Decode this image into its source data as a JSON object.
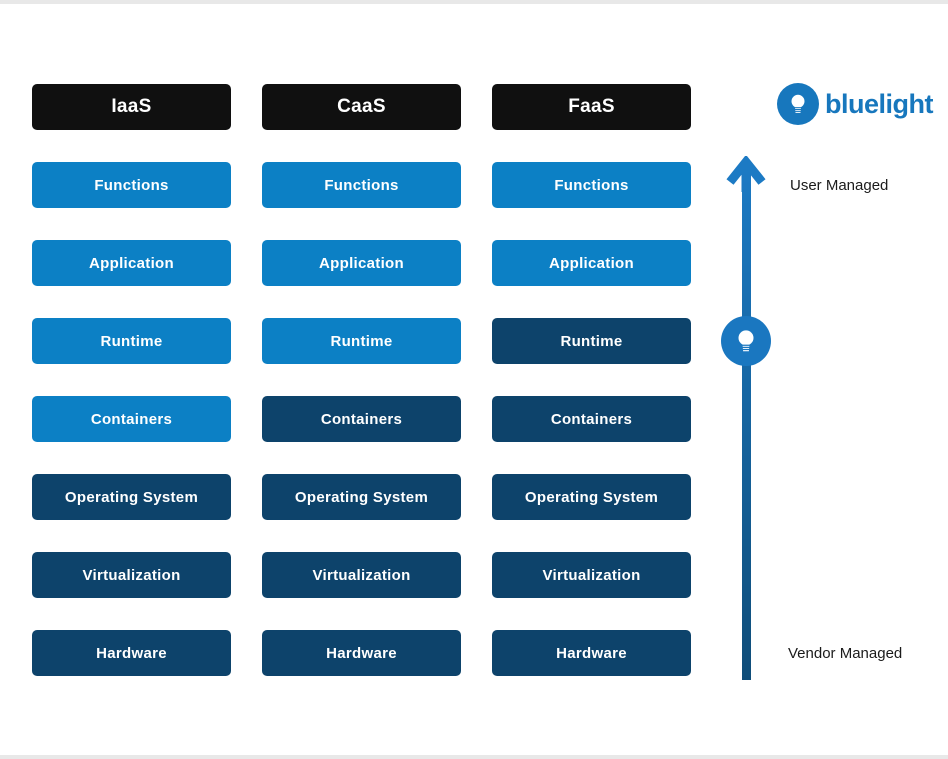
{
  "title": "IaaS vs CaaS vs FaaS responsibility stack",
  "colors": {
    "header_bg": "#101010",
    "user_managed_box": "#0c80c5",
    "vendor_managed_box": "#0d436b",
    "arrow_top": "#1c7ac4",
    "arrow_bottom": "#0f4d79",
    "arrow_bulb": "#1a77c0",
    "logo_blue": "#1777bd",
    "legend_text": "#1b1b1b",
    "edge_strip": "#e8e8e8"
  },
  "columns": [
    {
      "id": "iaas",
      "header": "IaaS",
      "cells": [
        {
          "label": "Functions",
          "managed": "user"
        },
        {
          "label": "Application",
          "managed": "user"
        },
        {
          "label": "Runtime",
          "managed": "user"
        },
        {
          "label": "Containers",
          "managed": "user"
        },
        {
          "label": "Operating System",
          "managed": "vendor"
        },
        {
          "label": "Virtualization",
          "managed": "vendor"
        },
        {
          "label": "Hardware",
          "managed": "vendor"
        }
      ]
    },
    {
      "id": "caas",
      "header": "CaaS",
      "cells": [
        {
          "label": "Functions",
          "managed": "user"
        },
        {
          "label": "Application",
          "managed": "user"
        },
        {
          "label": "Runtime",
          "managed": "user"
        },
        {
          "label": "Containers",
          "managed": "vendor"
        },
        {
          "label": "Operating System",
          "managed": "vendor"
        },
        {
          "label": "Virtualization",
          "managed": "vendor"
        },
        {
          "label": "Hardware",
          "managed": "vendor"
        }
      ]
    },
    {
      "id": "faas",
      "header": "FaaS",
      "cells": [
        {
          "label": "Functions",
          "managed": "user"
        },
        {
          "label": "Application",
          "managed": "user"
        },
        {
          "label": "Runtime",
          "managed": "vendor"
        },
        {
          "label": "Containers",
          "managed": "vendor"
        },
        {
          "label": "Operating System",
          "managed": "vendor"
        },
        {
          "label": "Virtualization",
          "managed": "vendor"
        },
        {
          "label": "Hardware",
          "managed": "vendor"
        }
      ]
    }
  ],
  "legend": {
    "user": "User Managed",
    "vendor": "Vendor Managed"
  },
  "logo": {
    "text": "bluelight"
  }
}
